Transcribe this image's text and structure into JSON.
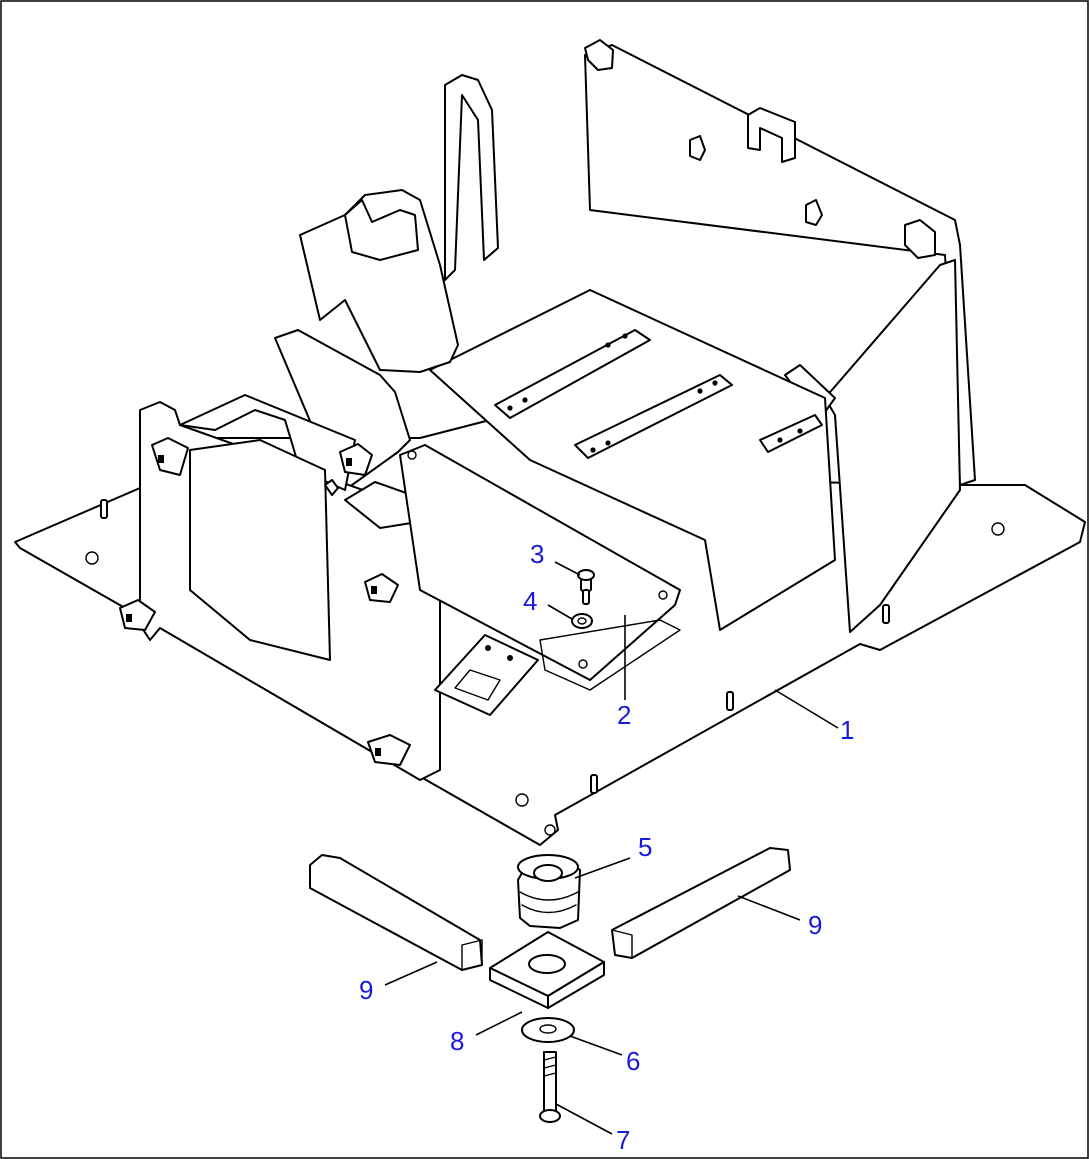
{
  "callouts": [
    {
      "id": "1",
      "label": "1"
    },
    {
      "id": "2",
      "label": "2"
    },
    {
      "id": "3",
      "label": "3"
    },
    {
      "id": "4",
      "label": "4"
    },
    {
      "id": "5",
      "label": "5"
    },
    {
      "id": "6",
      "label": "6"
    },
    {
      "id": "7",
      "label": "7"
    },
    {
      "id": "8",
      "label": "8"
    },
    {
      "id": "9a",
      "label": "9"
    },
    {
      "id": "9b",
      "label": "9"
    }
  ],
  "colors": {
    "line": "#000000",
    "callout": "#1a1adc",
    "background": "#ffffff"
  }
}
